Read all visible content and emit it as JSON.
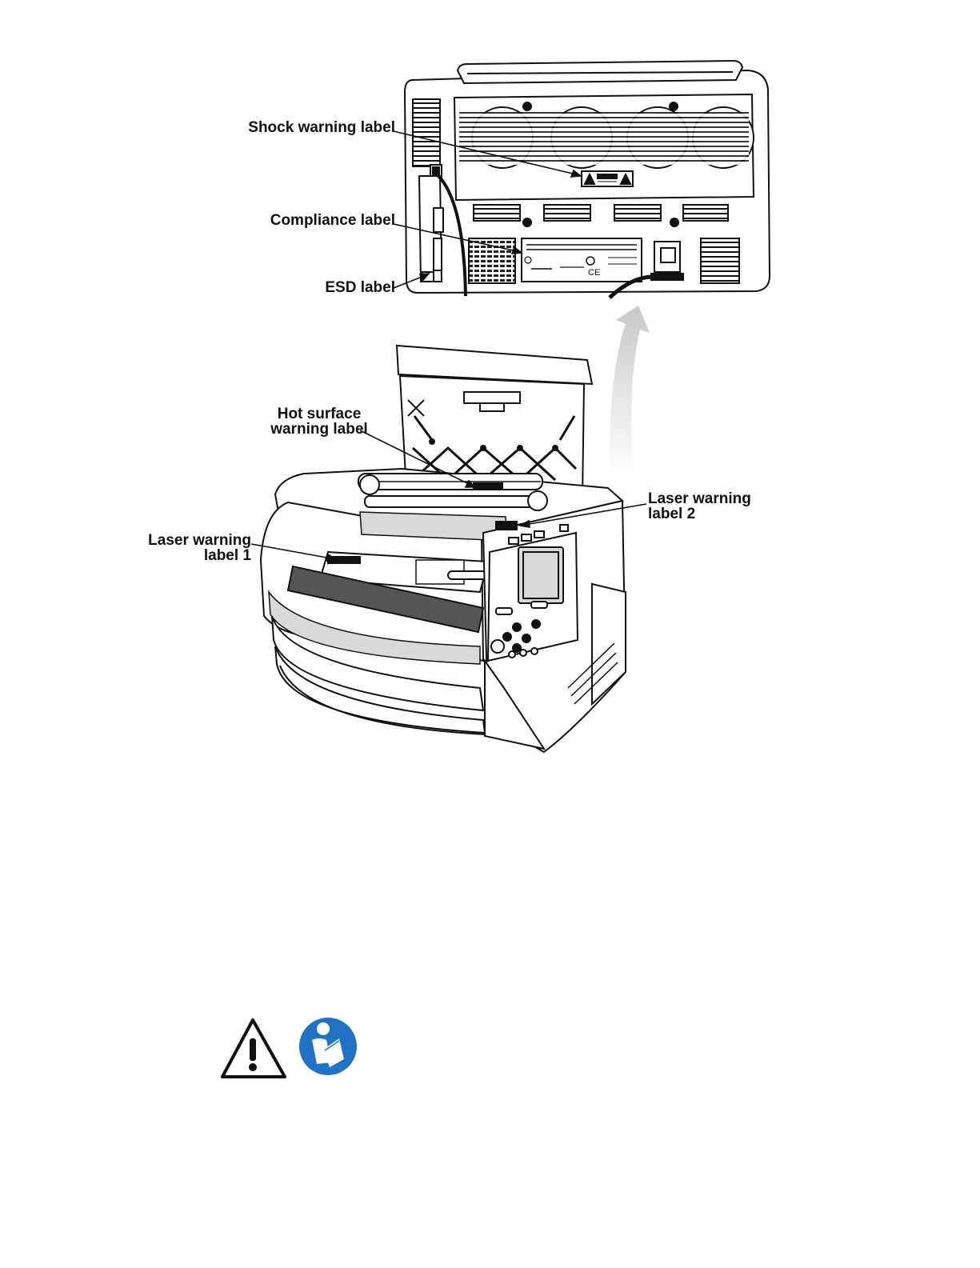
{
  "colors": {
    "ink": "#111111",
    "arrow_gradient_top": "#c8c8c8",
    "arrow_gradient_bottom": "#ffffff",
    "panel_gray": "#d9d9d9",
    "manual_blue": "#1f72c4"
  },
  "labels": {
    "shock_warning": "Shock warning label",
    "compliance": "Compliance label",
    "esd": "ESD label",
    "hot_surface_line1": "Hot surface",
    "hot_surface_line2": "warning label",
    "laser2_line1": "Laser warning",
    "laser2_line2": "label 2",
    "laser1_line1": "Laser warning",
    "laser1_line2": "label 1"
  },
  "icons": {
    "caution": "warning-triangle-icon",
    "manual": "read-manual-icon"
  }
}
